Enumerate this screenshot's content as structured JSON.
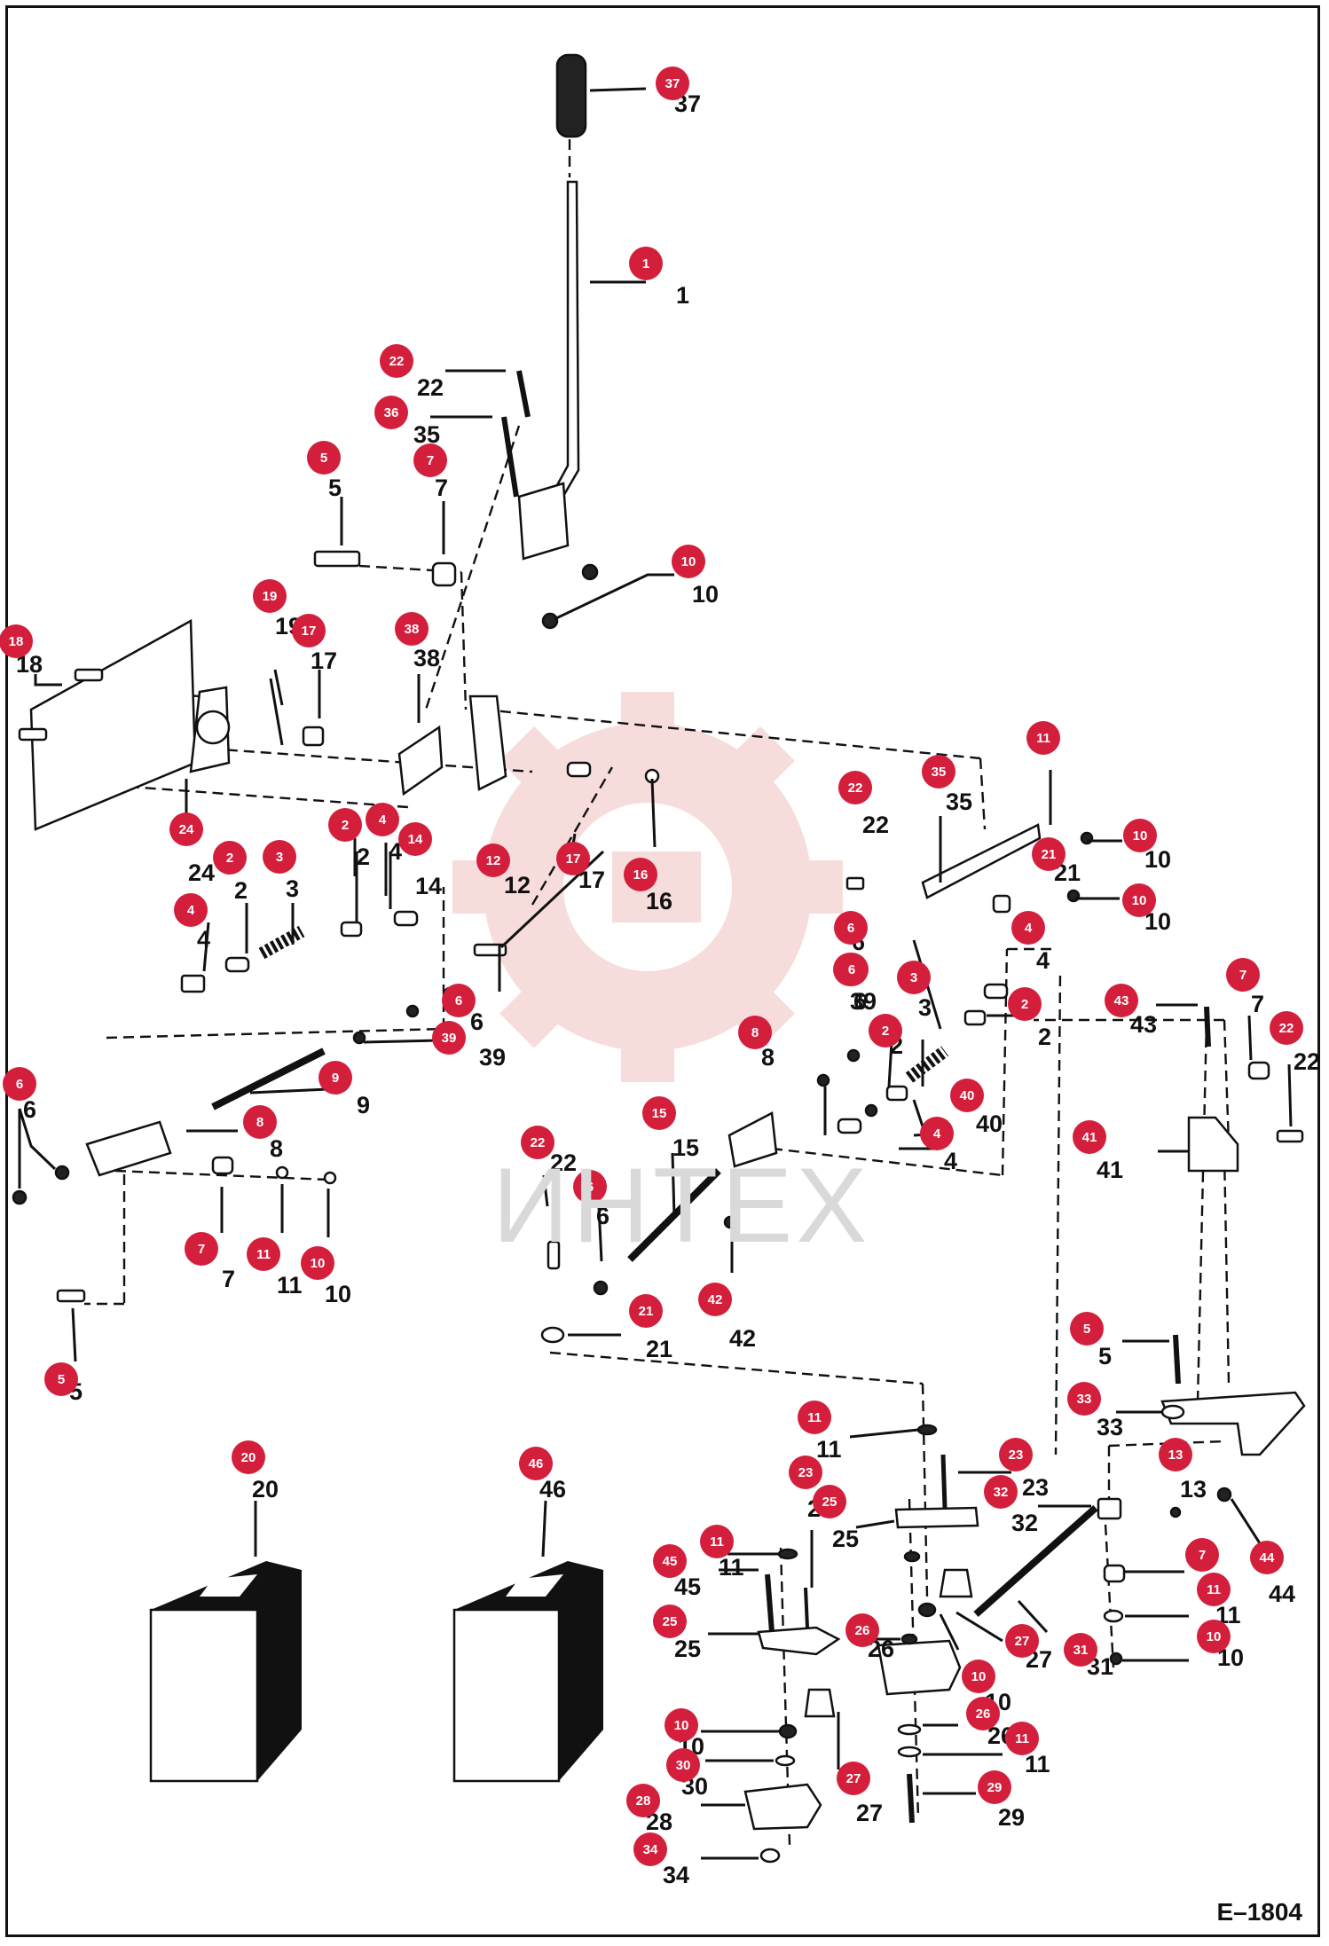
{
  "figure_id": "E–1804",
  "watermark": "ИНТЕХ",
  "colors": {
    "callout": "#d41f3c",
    "ink": "#111111",
    "watermark": "#f2c0c0"
  },
  "callouts": [
    {
      "num": "37",
      "label": "37"
    },
    {
      "num": "1",
      "label": "1"
    },
    {
      "num": "22",
      "label": "22"
    },
    {
      "num": "36",
      "label": "35"
    },
    {
      "num": "5",
      "label": "5"
    },
    {
      "num": "7",
      "label": "7"
    },
    {
      "num": "10",
      "label": "10"
    },
    {
      "num": "19",
      "label": "19"
    },
    {
      "num": "17",
      "label": "17"
    },
    {
      "num": "18",
      "label": "18"
    },
    {
      "num": "38",
      "label": "38"
    },
    {
      "num": "24",
      "label": "24"
    },
    {
      "num": "11",
      "label": ""
    },
    {
      "num": "35",
      "label": "35"
    },
    {
      "num": "22",
      "label": "22"
    },
    {
      "num": "10",
      "label": "10"
    },
    {
      "num": "21",
      "label": "21"
    },
    {
      "num": "10",
      "label": "10"
    },
    {
      "num": "2",
      "label": "2"
    },
    {
      "num": "4",
      "label": "4"
    },
    {
      "num": "14",
      "label": "14"
    },
    {
      "num": "17",
      "label": "17"
    },
    {
      "num": "16",
      "label": "16"
    },
    {
      "num": "2",
      "label": "2"
    },
    {
      "num": "3",
      "label": "3"
    },
    {
      "num": "4",
      "label": "4"
    },
    {
      "num": "12",
      "label": "12"
    },
    {
      "num": "6",
      "label": "6"
    },
    {
      "num": "6",
      "label": "6"
    },
    {
      "num": "39",
      "label": "39"
    },
    {
      "num": "4",
      "label": "4"
    },
    {
      "num": "39",
      "label": "39"
    },
    {
      "num": "6",
      "label": "6"
    },
    {
      "num": "8",
      "label": "8"
    },
    {
      "num": "2",
      "label": "2"
    },
    {
      "num": "3",
      "label": "3"
    },
    {
      "num": "2",
      "label": "2"
    },
    {
      "num": "43",
      "label": "43"
    },
    {
      "num": "7",
      "label": "7"
    },
    {
      "num": "22",
      "label": "22"
    },
    {
      "num": "9",
      "label": "9"
    },
    {
      "num": "6",
      "label": "6"
    },
    {
      "num": "8",
      "label": "8"
    },
    {
      "num": "40",
      "label": "40"
    },
    {
      "num": "4",
      "label": "4"
    },
    {
      "num": "15",
      "label": "15"
    },
    {
      "num": "41",
      "label": "41"
    },
    {
      "num": "22",
      "label": "22"
    },
    {
      "num": "6",
      "label": "6"
    },
    {
      "num": "7",
      "label": "7"
    },
    {
      "num": "11",
      "label": "11"
    },
    {
      "num": "10",
      "label": "10"
    },
    {
      "num": "42",
      "label": "42"
    },
    {
      "num": "21",
      "label": "21"
    },
    {
      "num": "5",
      "label": "5"
    },
    {
      "num": "5",
      "label": "5"
    },
    {
      "num": "33",
      "label": "33"
    },
    {
      "num": "13",
      "label": "13"
    },
    {
      "num": "20",
      "label": "20"
    },
    {
      "num": "46",
      "label": "46"
    },
    {
      "num": "11",
      "label": "11"
    },
    {
      "num": "23",
      "label": "23"
    },
    {
      "num": "23",
      "label": "23"
    },
    {
      "num": "25",
      "label": "25"
    },
    {
      "num": "32",
      "label": "32"
    },
    {
      "num": "44",
      "label": "44"
    },
    {
      "num": "11",
      "label": "11"
    },
    {
      "num": "45",
      "label": "45"
    },
    {
      "num": "7",
      "label": "7"
    },
    {
      "num": "25",
      "label": "25"
    },
    {
      "num": "26",
      "label": "26"
    },
    {
      "num": "27",
      "label": "27"
    },
    {
      "num": "31",
      "label": "31"
    },
    {
      "num": "11",
      "label": "11"
    },
    {
      "num": "10",
      "label": "10"
    },
    {
      "num": "10",
      "label": "10"
    },
    {
      "num": "10",
      "label": "10"
    },
    {
      "num": "26",
      "label": "26"
    },
    {
      "num": "11",
      "label": "11"
    },
    {
      "num": "30",
      "label": "30"
    },
    {
      "num": "27",
      "label": "27"
    },
    {
      "num": "28",
      "label": "28"
    },
    {
      "num": "29",
      "label": "29"
    },
    {
      "num": "34",
      "label": "34"
    }
  ]
}
